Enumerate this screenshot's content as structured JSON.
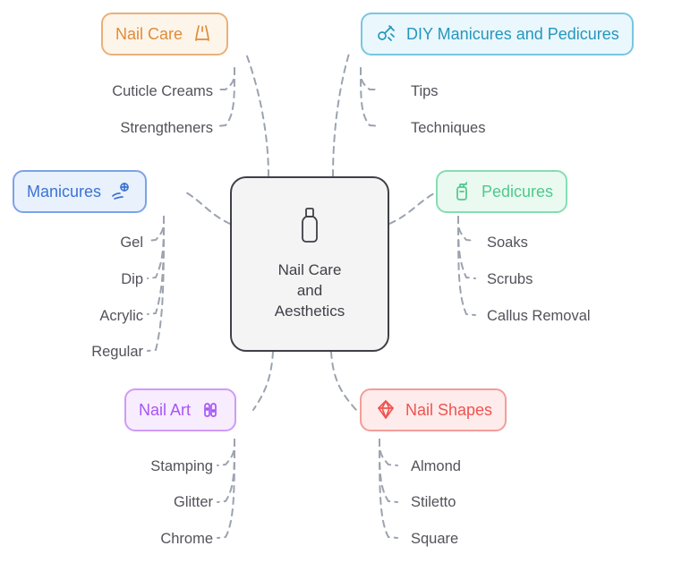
{
  "diagram": {
    "type": "mindmap",
    "center": {
      "label": "Nail Care\nand\nAesthetics",
      "icon": "nail-polish-icon",
      "fill": "#f4f4f5",
      "border": "#3f3f46",
      "text_color": "#3f3f46"
    },
    "branches": [
      {
        "id": "nail-care",
        "label": "Nail Care",
        "icon": "nail-clipper-icon",
        "color": "#e08b3c",
        "fill": "#fdf5ea",
        "border": "#eab079",
        "leaves": [
          "Cuticle Creams",
          "Strengtheners"
        ]
      },
      {
        "id": "diy-manicures-and-pedicures",
        "label": "DIY Manicures and Pedicures",
        "icon": "nail-tools-icon",
        "color": "#2596be",
        "fill": "#eaf7fc",
        "border": "#79c6e0",
        "leaves": [
          "Tips",
          "Techniques"
        ]
      },
      {
        "id": "manicures",
        "label": "Manicures",
        "icon": "hand-nail-icon",
        "color": "#3b73d4",
        "fill": "#e9f1fd",
        "border": "#7ba3e8",
        "leaves": [
          "Gel",
          "Dip",
          "Acrylic",
          "Regular"
        ]
      },
      {
        "id": "pedicures",
        "label": "Pedicures",
        "icon": "lotion-bottle-icon",
        "color": "#4ec98b",
        "fill": "#eafaf1",
        "border": "#86ddb2",
        "leaves": [
          "Soaks",
          "Scrubs",
          "Callus Removal"
        ]
      },
      {
        "id": "nail-art",
        "label": "Nail Art",
        "icon": "nail-art-icon",
        "color": "#a855f7",
        "fill": "#f7edfe",
        "border": "#cf9bf7",
        "leaves": [
          "Stamping",
          "Glitter",
          "Chrome"
        ]
      },
      {
        "id": "nail-shapes",
        "label": "Nail Shapes",
        "icon": "diamond-shape-icon",
        "color": "#ef5350",
        "fill": "#fdeceb",
        "border": "#f29d9b",
        "leaves": [
          "Almond",
          "Stiletto",
          "Square"
        ]
      }
    ],
    "connector_color": "#9ca3af",
    "background": "#ffffff"
  }
}
